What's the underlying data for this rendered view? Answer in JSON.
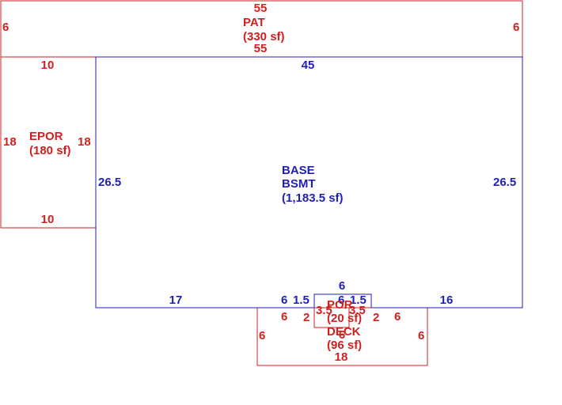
{
  "colors": {
    "blue": "#1f1fb8",
    "red": "#d21f1f",
    "background": "#ffffff"
  },
  "areas": {
    "base": {
      "name": "BASE",
      "subname": "BSMT",
      "area": "(1,183.5 sf)",
      "top": "45",
      "left": "26.5",
      "right": "26.5",
      "bottom_left": "17",
      "bottom_right": "16",
      "notch_left_a": "6",
      "notch_left_b": "1.5",
      "notch_top": "6",
      "notch_right_a": "6",
      "notch_right_b": "1.5"
    },
    "patio": {
      "name": "PAT",
      "area": "(330 sf)",
      "top": "55",
      "bottom": "55",
      "left": "6",
      "right": "6"
    },
    "epor": {
      "name": "EPOR",
      "area": "(180 sf)",
      "top": "10",
      "bottom": "10",
      "left": "18",
      "right": "18"
    },
    "deck": {
      "name": "DECK",
      "area": "(96 sf)",
      "bottom": "18",
      "left": "6",
      "right": "6",
      "left_top": "6",
      "left_top_b": "2",
      "right_top": "6",
      "right_top_b": "2"
    },
    "por": {
      "name": "POR",
      "area": "(20 sf)",
      "left": "3.5",
      "right": "3.5",
      "bottom": "6"
    }
  }
}
